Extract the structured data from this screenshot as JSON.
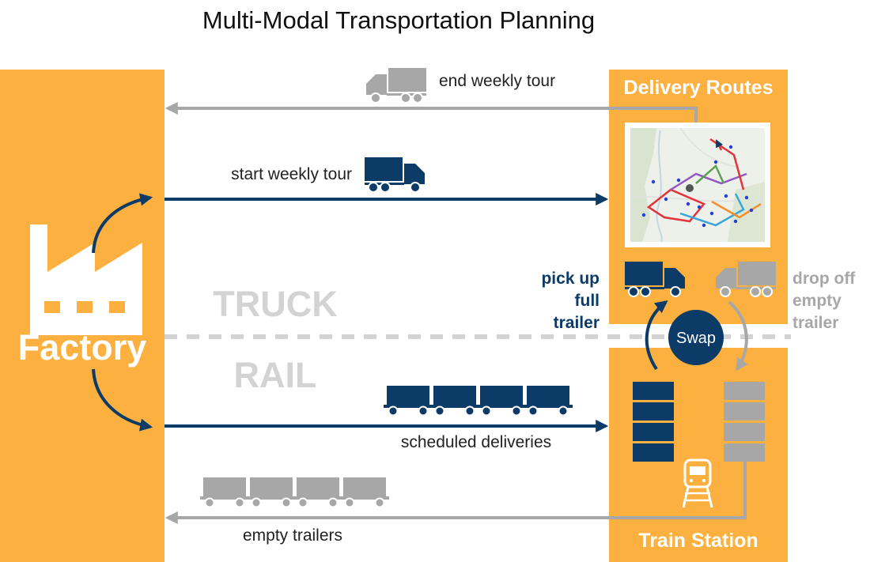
{
  "title": "Multi-Modal Transportation Planning",
  "colors": {
    "orange": "#FBB040",
    "navy": "#0B3B66",
    "gray": "#A7A7A7",
    "mode_label": "#D3D3D3",
    "map_bg": "#EEF0EA"
  },
  "factory": {
    "label": "Factory",
    "icon": "factory-icon"
  },
  "delivery_routes": {
    "title": "Delivery Routes",
    "map_icon": "route-map-icon"
  },
  "train_station": {
    "title": "Train Station",
    "icon": "train-icon"
  },
  "modes": {
    "truck": "TRUCK",
    "rail": "RAIL"
  },
  "flows": {
    "end_tour": "end weekly tour",
    "start_tour": "start weekly tour",
    "scheduled": "scheduled deliveries",
    "empty": "empty trailers"
  },
  "swap": {
    "label": "Swap",
    "pickup": [
      "pick up",
      "full",
      "trailer"
    ],
    "dropoff": [
      "drop off",
      "empty",
      "trailer"
    ]
  }
}
